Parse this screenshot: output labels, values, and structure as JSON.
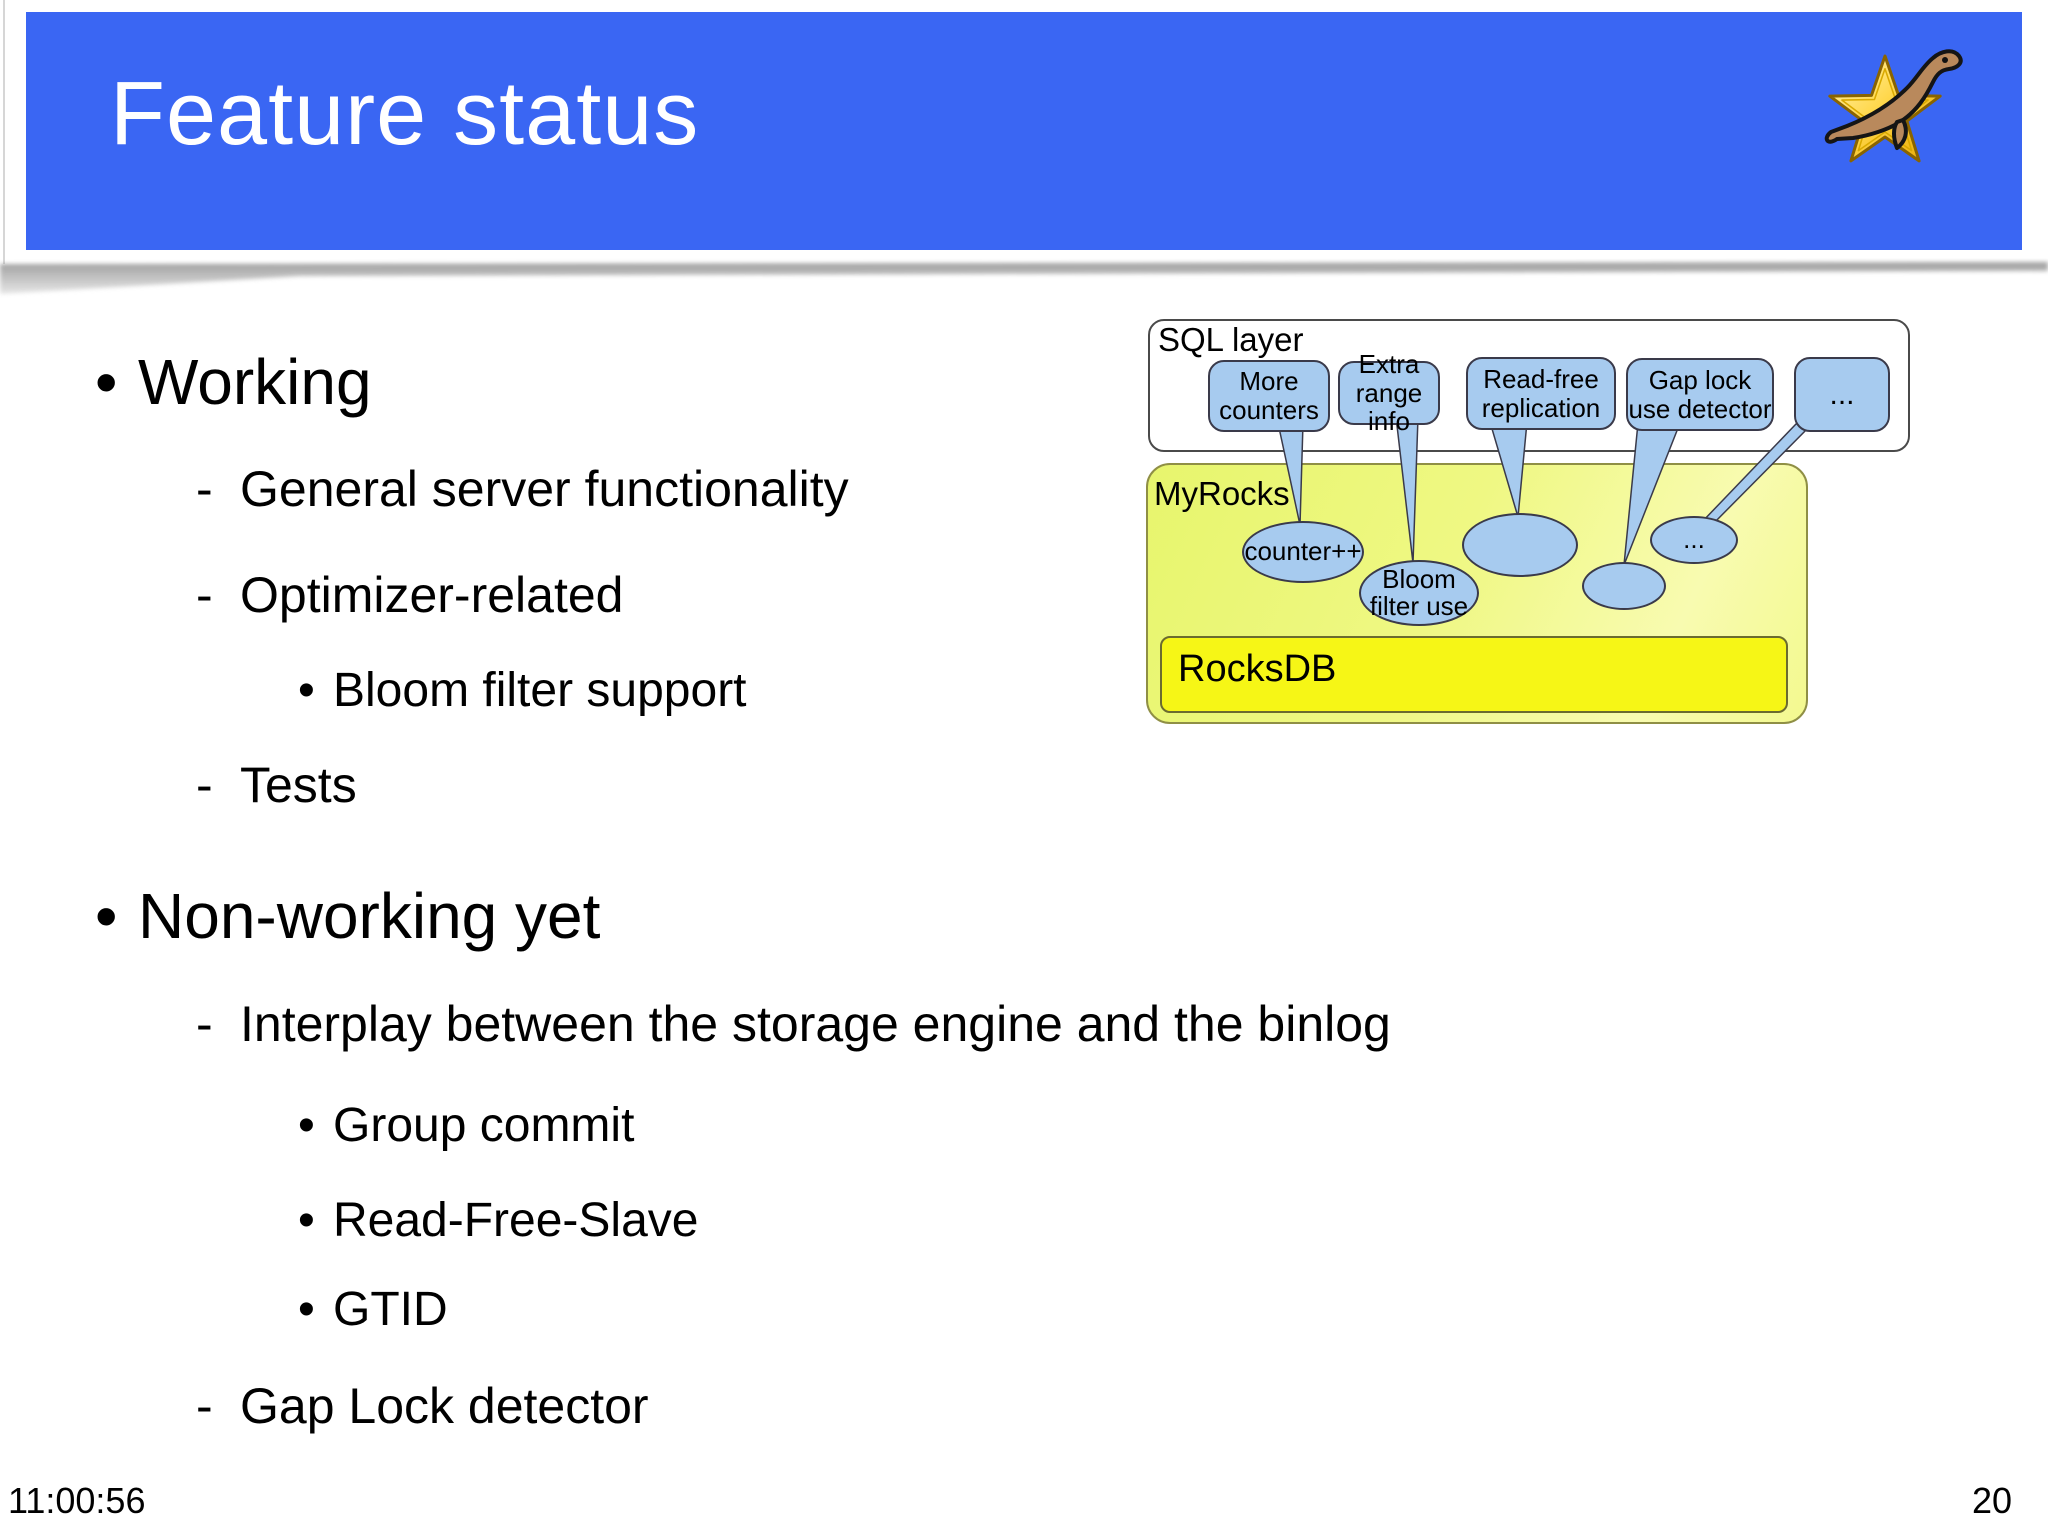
{
  "slide": {
    "title": "Feature status",
    "time": "11:00:56",
    "page_number": "20"
  },
  "icons": {
    "logo": "mariadb-seal-star"
  },
  "colors": {
    "header-blue": "#3a66f3",
    "title-white": "#ffffff",
    "text-black": "#000000",
    "callout-blue": "#a7cbef",
    "callout-border": "#3a3a4a",
    "box-border": "#4a4a4a",
    "myrocks-yellow-1": "#e7f56d",
    "myrocks-yellow-2": "#f8fbb0",
    "myrocks-border": "#8f8f45",
    "rocksdb-yellow": "#f6f616",
    "rocksdb-border": "#6b6b2f",
    "shadow-gray": "#9b9b9b"
  },
  "bullets": [
    {
      "level": 1,
      "marker": "•",
      "text": "Working"
    },
    {
      "level": 2,
      "marker": "-",
      "text": "General server functionality"
    },
    {
      "level": 2,
      "marker": "-",
      "text": "Optimizer-related"
    },
    {
      "level": 3,
      "marker": "•",
      "text": "Bloom filter support"
    },
    {
      "level": 2,
      "marker": "-",
      "text": "Tests"
    },
    {
      "level": 1,
      "marker": "•",
      "text": "Non-working yet"
    },
    {
      "level": 2,
      "marker": "-",
      "text": "Interplay between the storage engine and the binlog"
    },
    {
      "level": 3,
      "marker": "•",
      "text": "Group commit"
    },
    {
      "level": 3,
      "marker": "•",
      "text": "Read-Free-Slave"
    },
    {
      "level": 3,
      "marker": "•",
      "text": "GTID"
    },
    {
      "level": 2,
      "marker": "-",
      "text": "Gap Lock detector"
    }
  ],
  "diagram": {
    "sql_layer_label": "SQL layer",
    "myrocks_label": "MyRocks",
    "rocksdb_label": "RocksDB",
    "callouts": [
      {
        "label": "More counters"
      },
      {
        "label": "Extra range info"
      },
      {
        "label": "Read-free replication"
      },
      {
        "label": "Gap lock use detector"
      },
      {
        "label": "..."
      }
    ],
    "ellipses": [
      {
        "label": "counter++"
      },
      {
        "label": "Bloom filter use"
      },
      {
        "label": ""
      },
      {
        "label": ""
      },
      {
        "label": "..."
      }
    ]
  }
}
